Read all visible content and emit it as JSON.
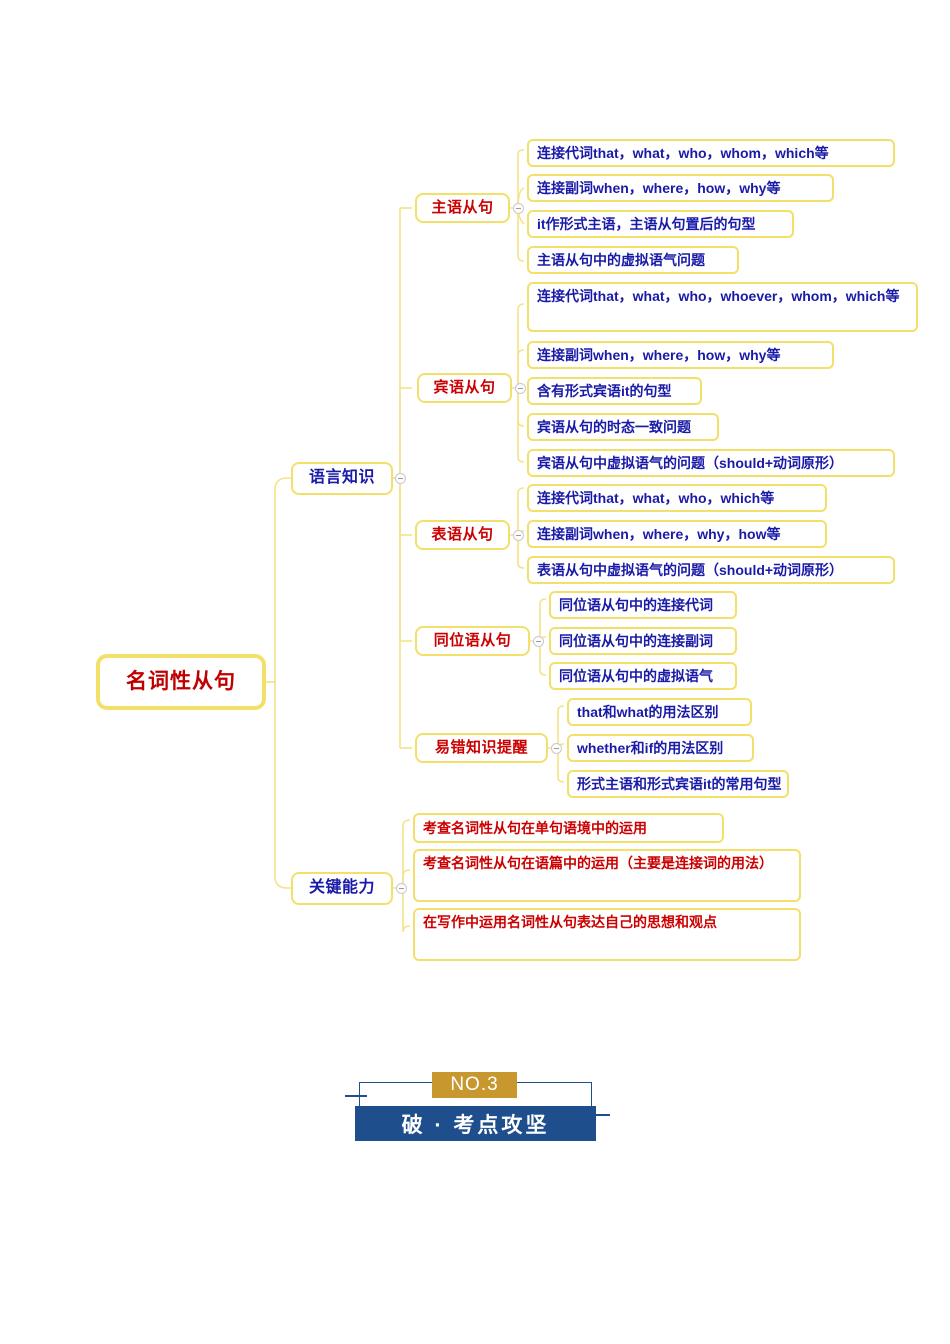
{
  "diagram": {
    "type": "mind-map",
    "root": {
      "label": "名词性从句"
    },
    "branches": [
      {
        "label": "语言知识",
        "color": "#1a1aa8",
        "children": [
          {
            "label": "主语从句",
            "color": "#cc0000",
            "leaves": [
              "连接代词that，what，who，whom，which等",
              "连接副词when，where，how，why等",
              "it作形式主语，主语从句置后的句型",
              "主语从句中的虚拟语气问题"
            ]
          },
          {
            "label": "宾语从句",
            "color": "#cc0000",
            "leaves": [
              "连接代词that，what，who，whoever，whom，which等",
              "连接副词when，where，how，why等",
              "含有形式宾语it的句型",
              "宾语从句的时态一致问题",
              "宾语从句中虚拟语气的问题（should+动词原形）"
            ]
          },
          {
            "label": "表语从句",
            "color": "#cc0000",
            "leaves": [
              "连接代词that，what，who，which等",
              "连接副词when，where，why，how等",
              "表语从句中虚拟语气的问题（should+动词原形）"
            ]
          },
          {
            "label": "同位语从句",
            "color": "#cc0000",
            "leaves": [
              "同位语从句中的连接代词",
              "同位语从句中的连接副词",
              "同位语从句中的虚拟语气"
            ]
          },
          {
            "label": "易错知识提醒",
            "color": "#cc0000",
            "leaves": [
              "that和what的用法区别",
              "whether和if的用法区别",
              "形式主语和形式宾语it的常用句型"
            ]
          }
        ]
      },
      {
        "label": "关键能力",
        "color": "#1a1aa8",
        "leaves_red": [
          "考查名词性从句在单句语境中的运用",
          "考查名词性从句在语篇中的运用（主要是连接词的用法）",
          "在写作中运用名词性从句表达自己的思想和观点"
        ]
      }
    ]
  },
  "banner": {
    "number": "NO.3",
    "title": "破 · 考点攻坚",
    "accent_gold": "#c8982f",
    "accent_blue": "#1f4e8c"
  },
  "palette": {
    "node_border": "#f2e06a",
    "red_text": "#cc0000",
    "blue_text": "#1a1aa8",
    "connector": "#f5e389"
  }
}
